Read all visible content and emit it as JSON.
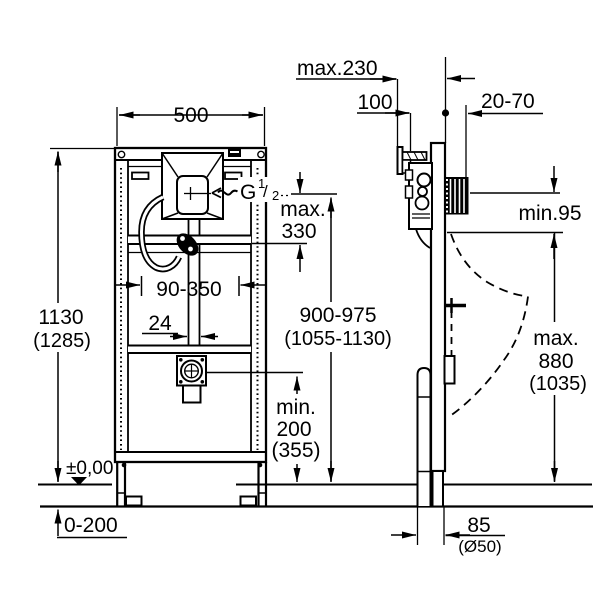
{
  "drawing": {
    "front_view": {
      "width": "500",
      "height": "1130",
      "height_alt": "(1285)",
      "inlet_thread_g": "G",
      "inlet_thread_num": "1",
      "inlet_thread_slash": "/",
      "inlet_thread_den": "2",
      "inlet_max_line1": "max.",
      "inlet_max_line2": "330",
      "fixing_range": "90-350",
      "flush_pipe_width": "24",
      "body_height": "900-975",
      "body_height_alt": "(1055-1130)",
      "outlet_min_line1": "min.",
      "outlet_min_line2": "200",
      "outlet_min_line3": "(355)",
      "floor_level": "±0,00",
      "floor_adjust": "0-200"
    },
    "side_view": {
      "depth_max": "max.230",
      "bracket_offset": "100",
      "wall_thickness": "20-70",
      "clearance_min": "min.95",
      "urinal_max_line1": "max.",
      "urinal_max_line2": "880",
      "urinal_max_line3": "(1035)",
      "drain_offset": "85",
      "drain_diameter": "(Ø50)"
    },
    "colors": {
      "line": "#000000",
      "background": "#ffffff"
    }
  }
}
